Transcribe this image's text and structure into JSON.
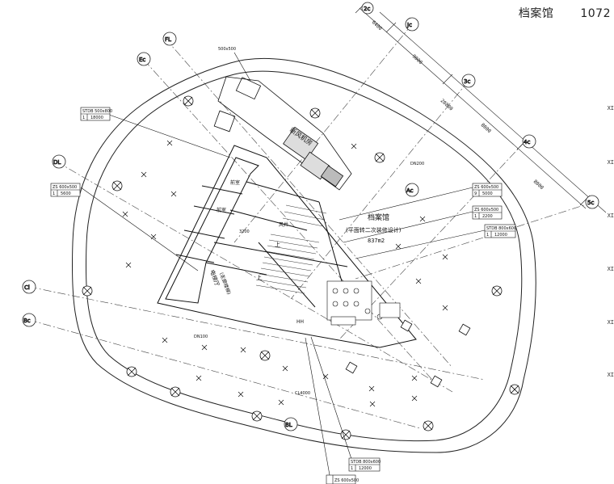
{
  "header": {
    "title": "档案馆",
    "code": "1072"
  },
  "grid_axes": [
    {
      "id": "axis-2c",
      "label": "2c"
    },
    {
      "id": "axis-3c",
      "label": "3c"
    },
    {
      "id": "axis-4c",
      "label": "4c"
    },
    {
      "id": "axis-5c",
      "label": "5c"
    },
    {
      "id": "axis-fl",
      "label": "FL"
    },
    {
      "id": "axis-ec",
      "label": "Ec"
    },
    {
      "id": "axis-dl",
      "label": "DL"
    },
    {
      "id": "axis-cl",
      "label": "Cl"
    },
    {
      "id": "axis-bc",
      "label": "Bc"
    },
    {
      "id": "axis-ac",
      "label": "Ac"
    },
    {
      "id": "axis-jc",
      "label": "Jc"
    },
    {
      "id": "axis-bl",
      "label": "BL"
    }
  ],
  "dimensions": [
    "6400",
    "9000",
    "20800",
    "8000",
    "8000"
  ],
  "rooms": {
    "fan_room": "新风机房",
    "archive": "档案馆",
    "archive_note": "(平面转二次装修设计)",
    "archive_area": "837m2",
    "lobby": "电梯厅",
    "lobby_note": "(走廊楼梯)",
    "room_a": "前室",
    "room_b": "前室",
    "room_c": "风井",
    "stair_up": "上",
    "stair_up2": "上",
    "room_d": "HH"
  },
  "tags": [
    {
      "id": "tag-1",
      "top": "STDB 500x800",
      "b1": "1",
      "b2": "18000"
    },
    {
      "id": "tag-2",
      "top": "ZS 600x500",
      "b1": "1",
      "b2": "5600"
    },
    {
      "id": "tag-3",
      "top": "ZS 600x500",
      "b1": "9",
      "b2": "5000"
    },
    {
      "id": "tag-4",
      "top": "ZS 600x500",
      "b1": "1",
      "b2": "2200"
    },
    {
      "id": "tag-5",
      "top": "STDB 800x600",
      "b1": "1",
      "b2": "12000"
    },
    {
      "id": "tag-6",
      "top": "STDB 800x600",
      "b1": "1",
      "b2": "12000"
    },
    {
      "id": "tag-7",
      "top": "ZS 600x500",
      "b1": "",
      "b2": ""
    }
  ],
  "small_labels": {
    "top_duct": "500x500",
    "duct_a": "DN200",
    "duct_b": "DN100",
    "floor_mark": "CL4000",
    "elev": "3200"
  },
  "edge_marks": [
    "XI",
    "XI",
    "XI",
    "XI",
    "XI",
    "XI"
  ]
}
